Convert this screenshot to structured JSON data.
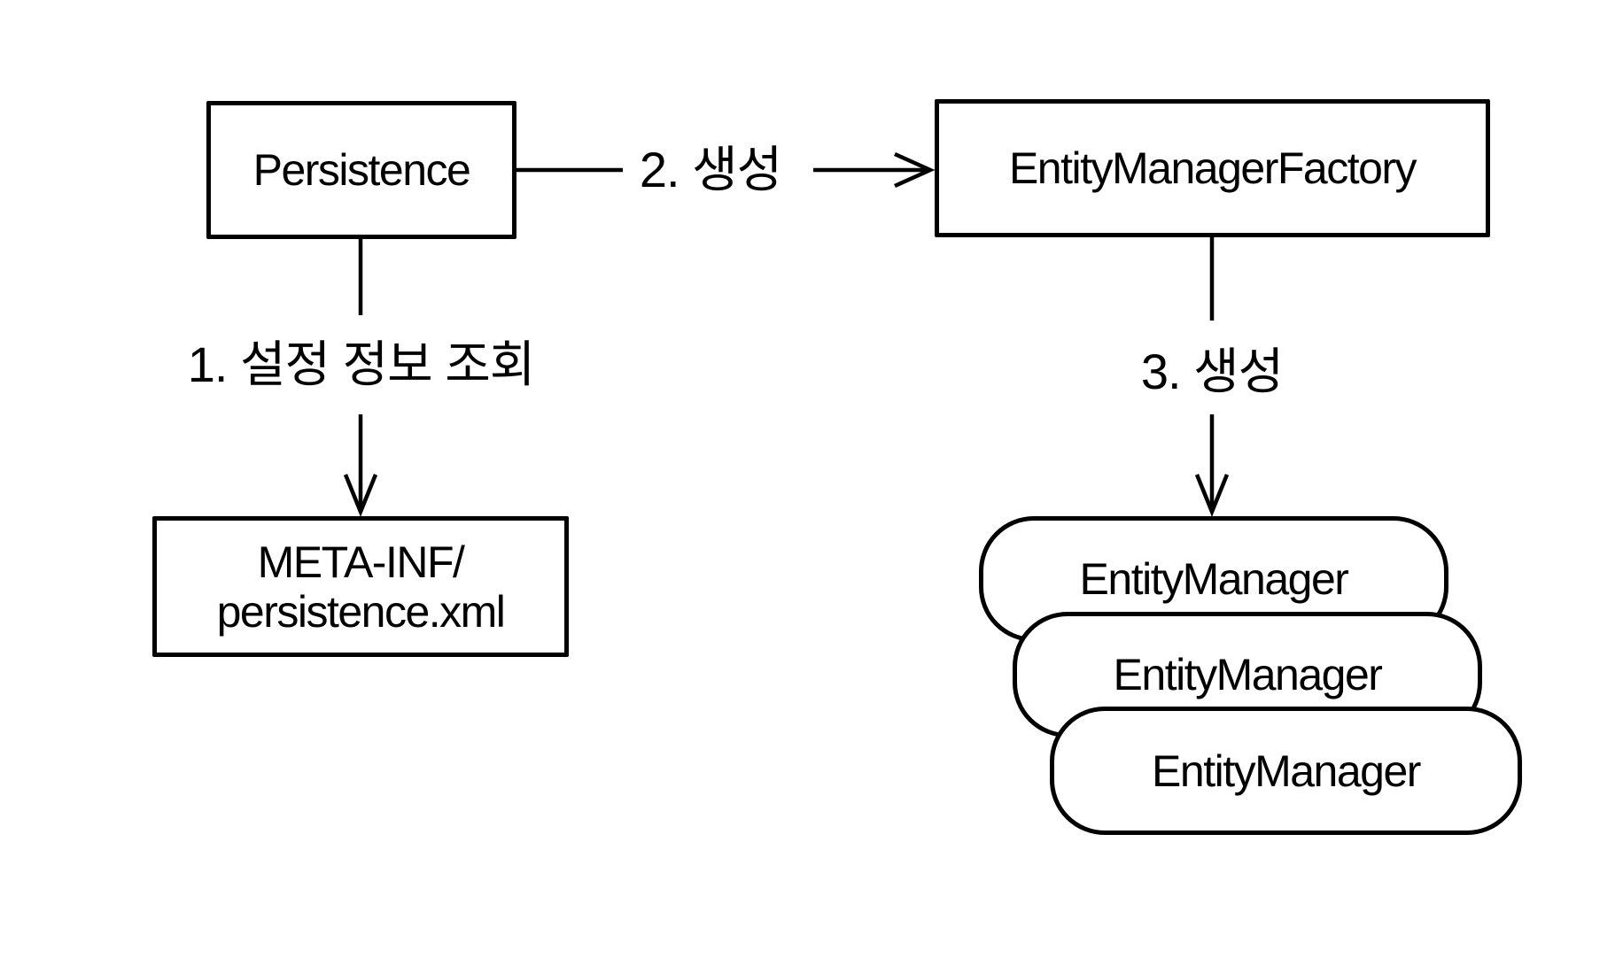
{
  "diagram": {
    "colors": {
      "background": "#ffffff",
      "stroke": "#000000",
      "node_fill": "#ffffff"
    },
    "nodes": {
      "persistence": {
        "label": "Persistence"
      },
      "entity_manager_factory": {
        "label": "EntityManagerFactory"
      },
      "meta_inf": {
        "line1": "META-INF/",
        "line2": "persistence.xml"
      },
      "entity_managers": [
        "EntityManager",
        "EntityManager",
        "EntityManager"
      ]
    },
    "edges": {
      "step1_label": "1. 설정 정보 조회",
      "step2_label": "2. 생성",
      "step3_label": "3. 생성"
    }
  }
}
